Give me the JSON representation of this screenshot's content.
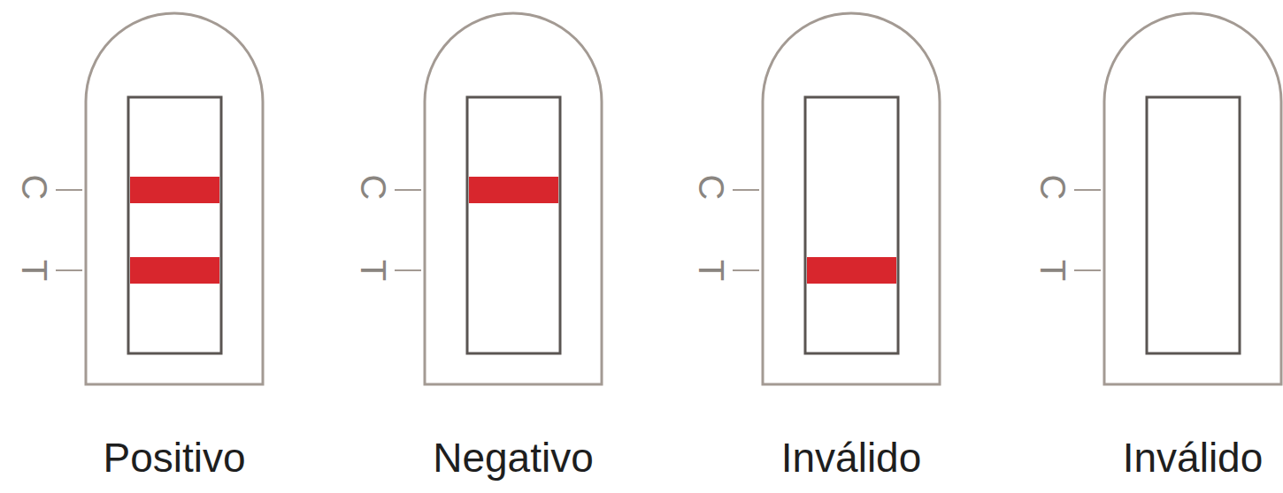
{
  "diagram": {
    "nodes": [
      {
        "text": [
          "C",
          "T",
          "Positivo"
        ]
      },
      {
        "text": [
          "C",
          "T",
          "Negativo"
        ]
      },
      {
        "text": [
          "C",
          "T",
          "Inválido"
        ]
      },
      {
        "text": [
          "C",
          "T",
          "Inválido"
        ]
      }
    ]
  }
}
